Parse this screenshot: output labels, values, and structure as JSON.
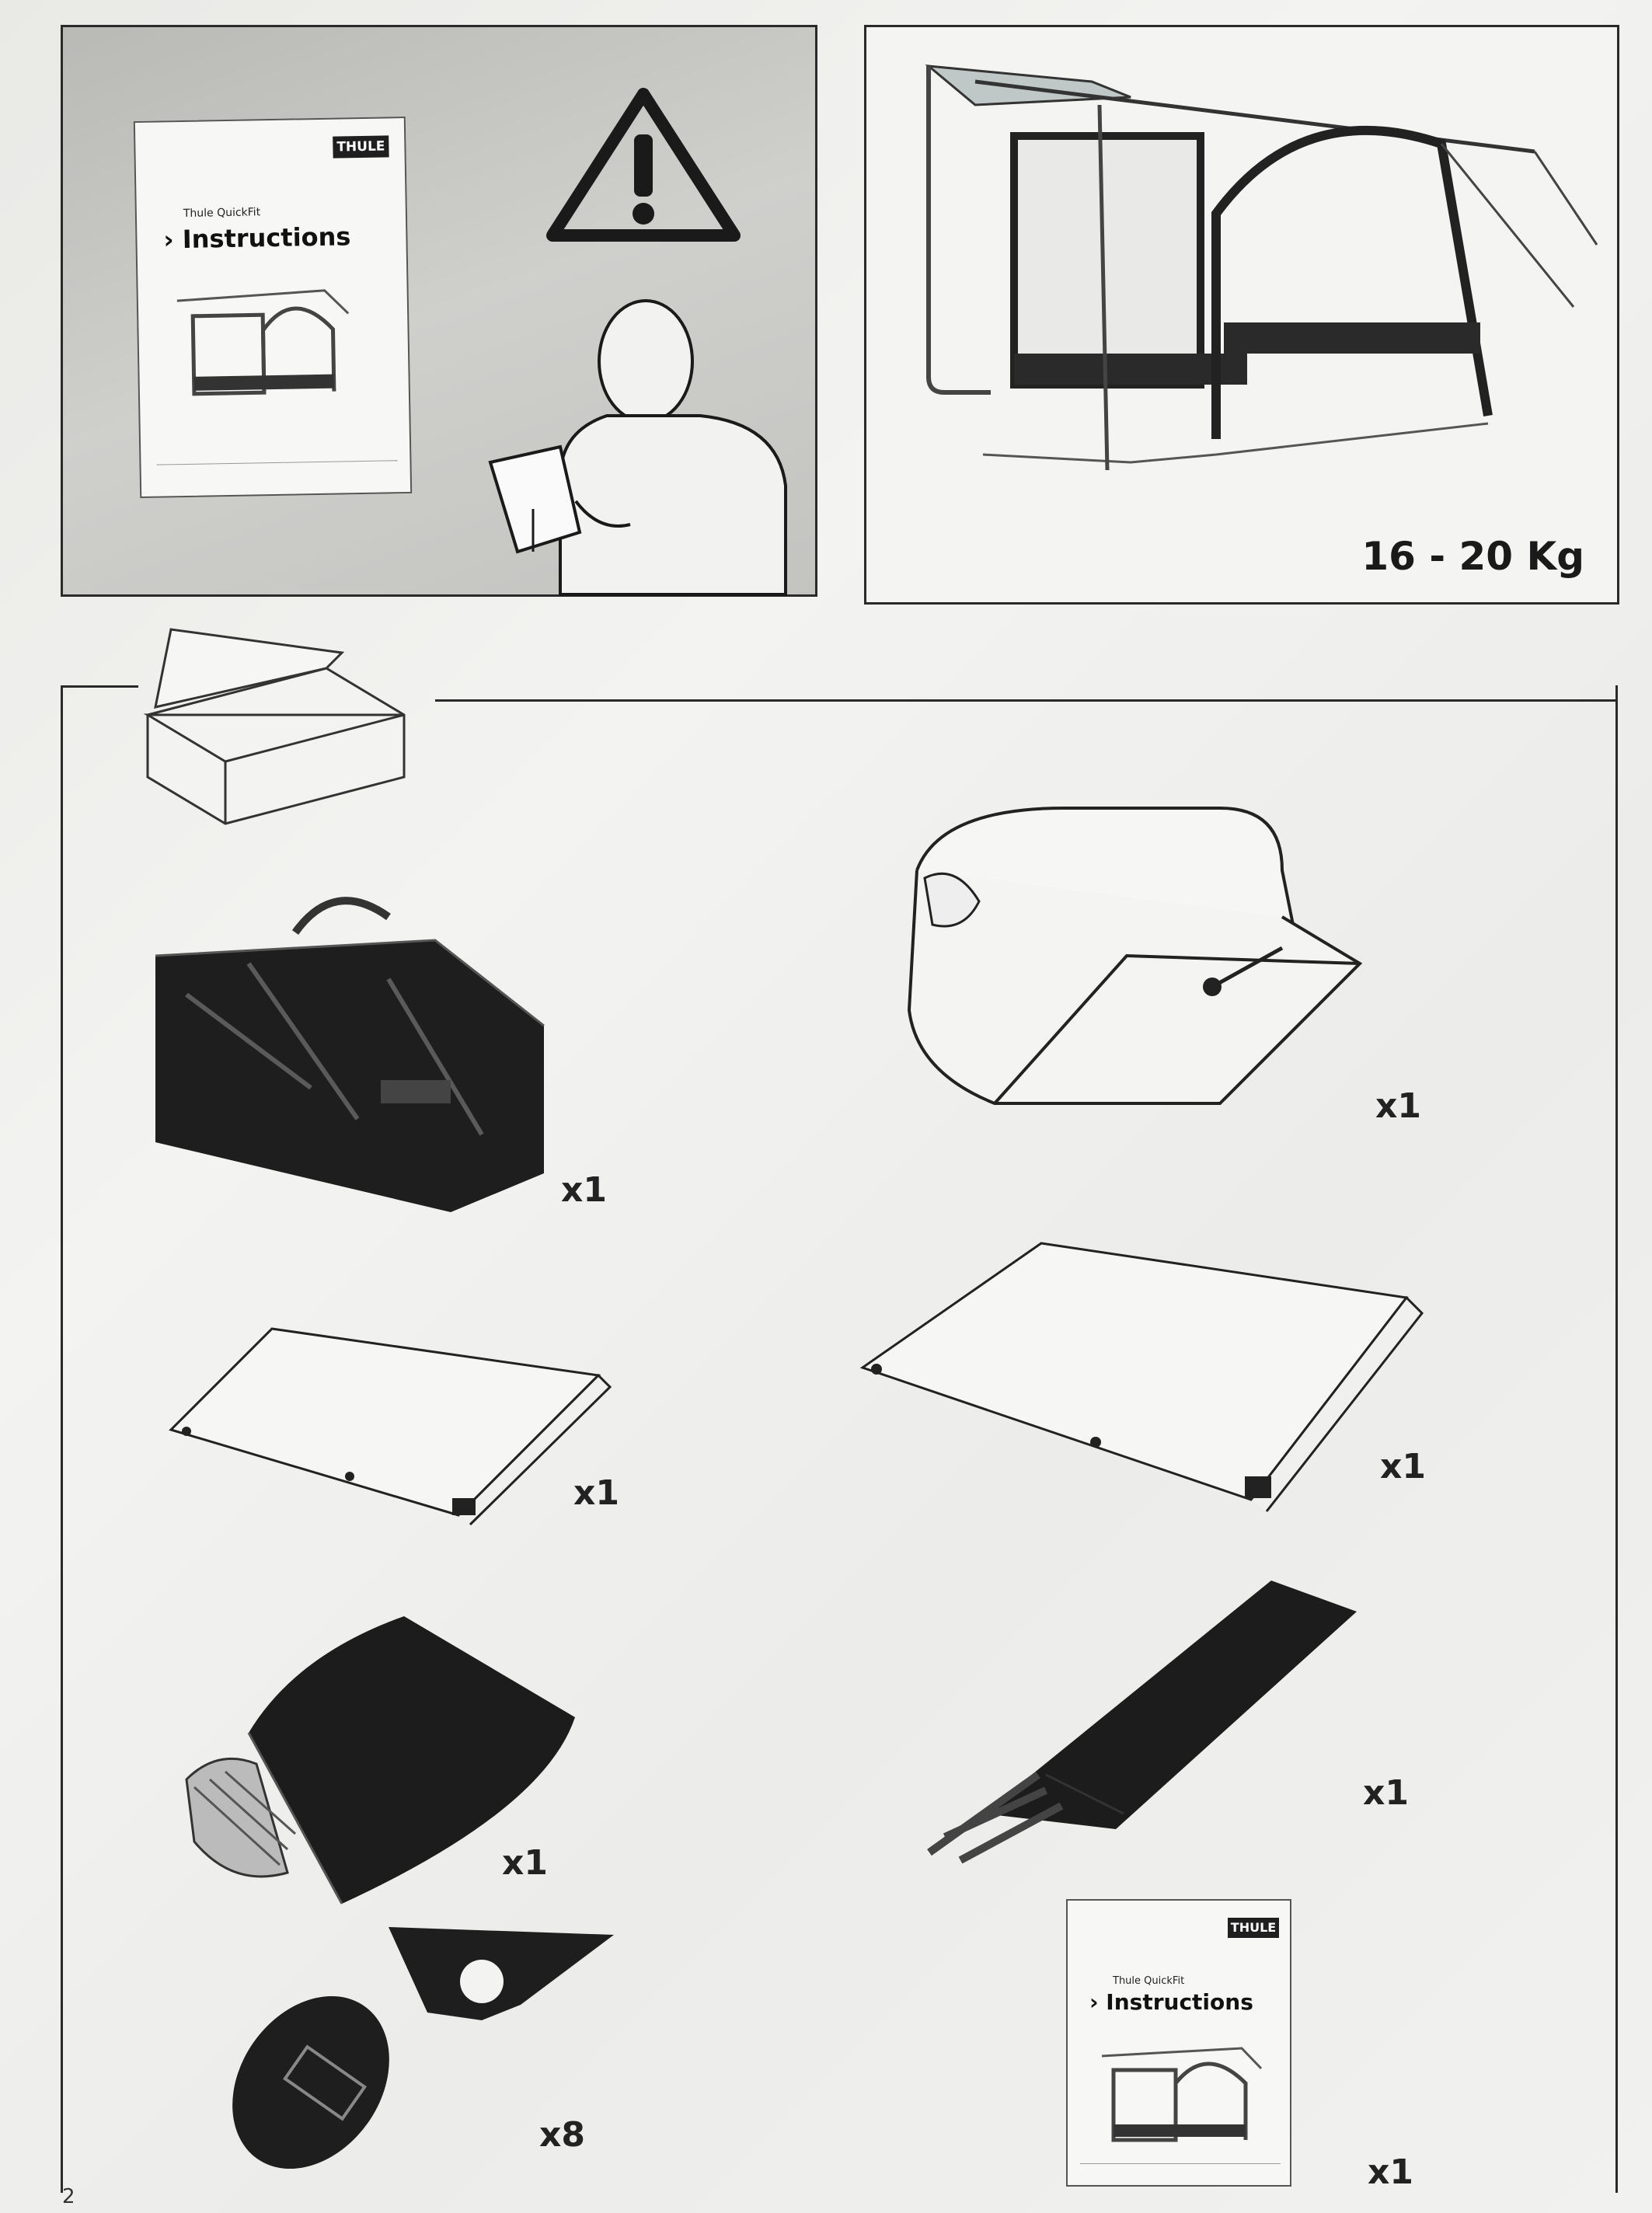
{
  "top_left": {
    "booklet": {
      "logo": "THULE",
      "subtitle": "Thule QuickFit",
      "chevron": "›",
      "title": "Instructions"
    },
    "icon": "warning-triangle-icon"
  },
  "top_right": {
    "weight": "16 - 20 Kg"
  },
  "parts": {
    "bag_qty": "x1",
    "awning_roll_qty": "x1",
    "small_panel_qty": "x1",
    "large_panel_qty": "x1",
    "peg_bag_qty": "x1",
    "pole_bag_qty": "x1",
    "fitting_qty": "x8",
    "manual_qty": "x1"
  },
  "manual": {
    "logo": "THULE",
    "subtitle": "Thule QuickFit",
    "chevron": "›",
    "title": "Instructions"
  },
  "page_number": "2"
}
